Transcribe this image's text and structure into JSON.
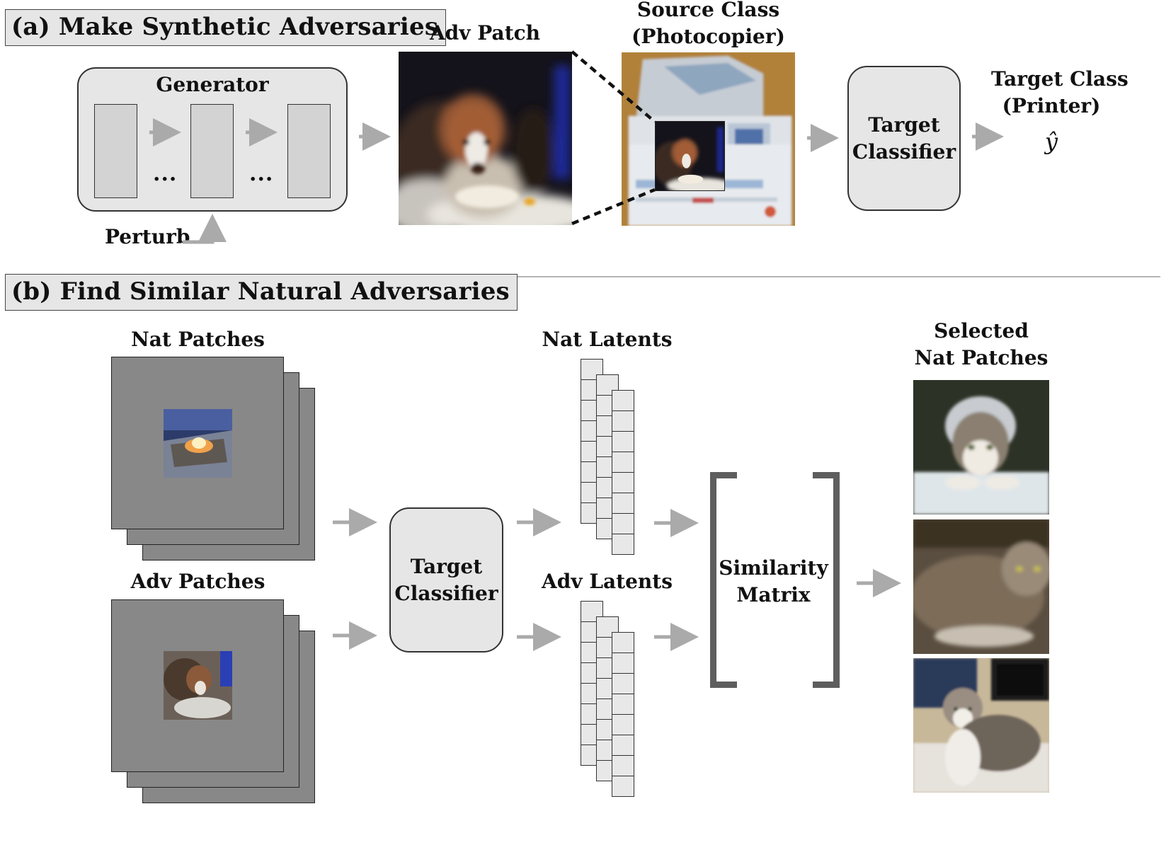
{
  "section_a": {
    "title": "(a)  Make Synthetic Adversaries",
    "generator_label": "Generator",
    "ellipsis": "...",
    "perturb_label": "Perturb",
    "adv_patch_label": "Adv Patch",
    "source_class_line1": "Source Class",
    "source_class_line2": "(Photocopier)",
    "target_classifier_line1": "Target",
    "target_classifier_line2": "Classifier",
    "target_class_line1": "Target Class",
    "target_class_line2": "(Printer)",
    "y_hat": "ŷ"
  },
  "section_b": {
    "title": "(b) Find Similar Natural Adversaries",
    "nat_patches_label": "Nat Patches",
    "adv_patches_label": "Adv Patches",
    "target_classifier_line1": "Target",
    "target_classifier_line2": "Classifier",
    "nat_latents_label": "Nat Latents",
    "adv_latents_label": "Adv Latents",
    "similarity_line1": "Similarity",
    "similarity_line2": "Matrix",
    "selected_line1": "Selected",
    "selected_line2": "Nat Patches"
  },
  "colors": {
    "arrow": "#aaaaaa",
    "box_fill": "#e6e6e6",
    "sheet_gray": "#888888",
    "bracket": "#5e5e5e"
  },
  "icons": [
    "arrow-right-icon",
    "arrow-up-icon",
    "dashed-zoom-lines"
  ]
}
